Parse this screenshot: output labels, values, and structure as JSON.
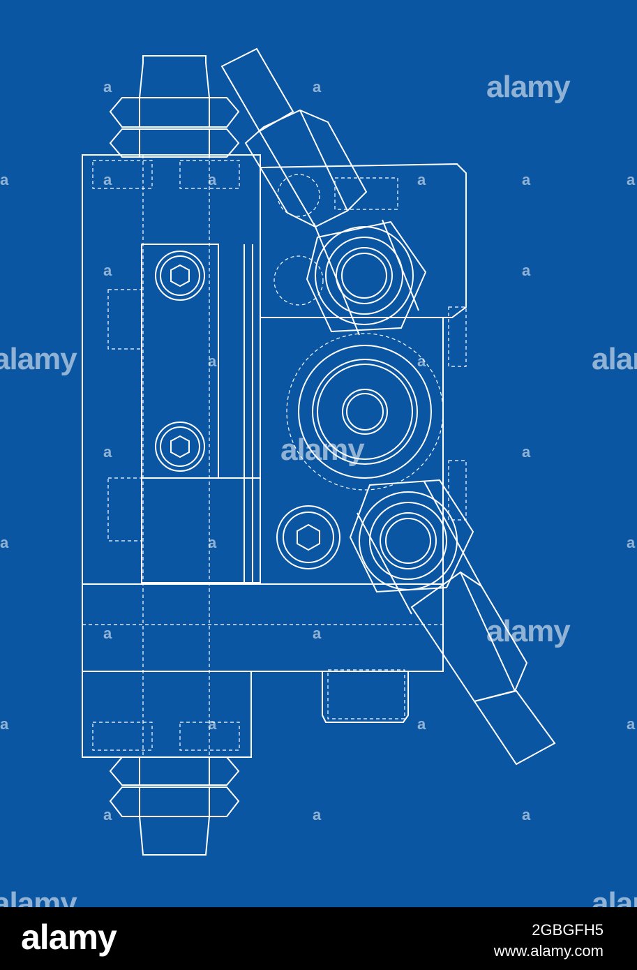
{
  "watermark": {
    "brand": "alamy",
    "glyph": "a"
  },
  "footer": {
    "logo": "alamy",
    "image_id": "2GBGFH5",
    "site": "www.alamy.com"
  },
  "colors": {
    "blueprint_bg": "#0b56a3",
    "line": "#ffffff",
    "footer_bg": "#000000"
  }
}
